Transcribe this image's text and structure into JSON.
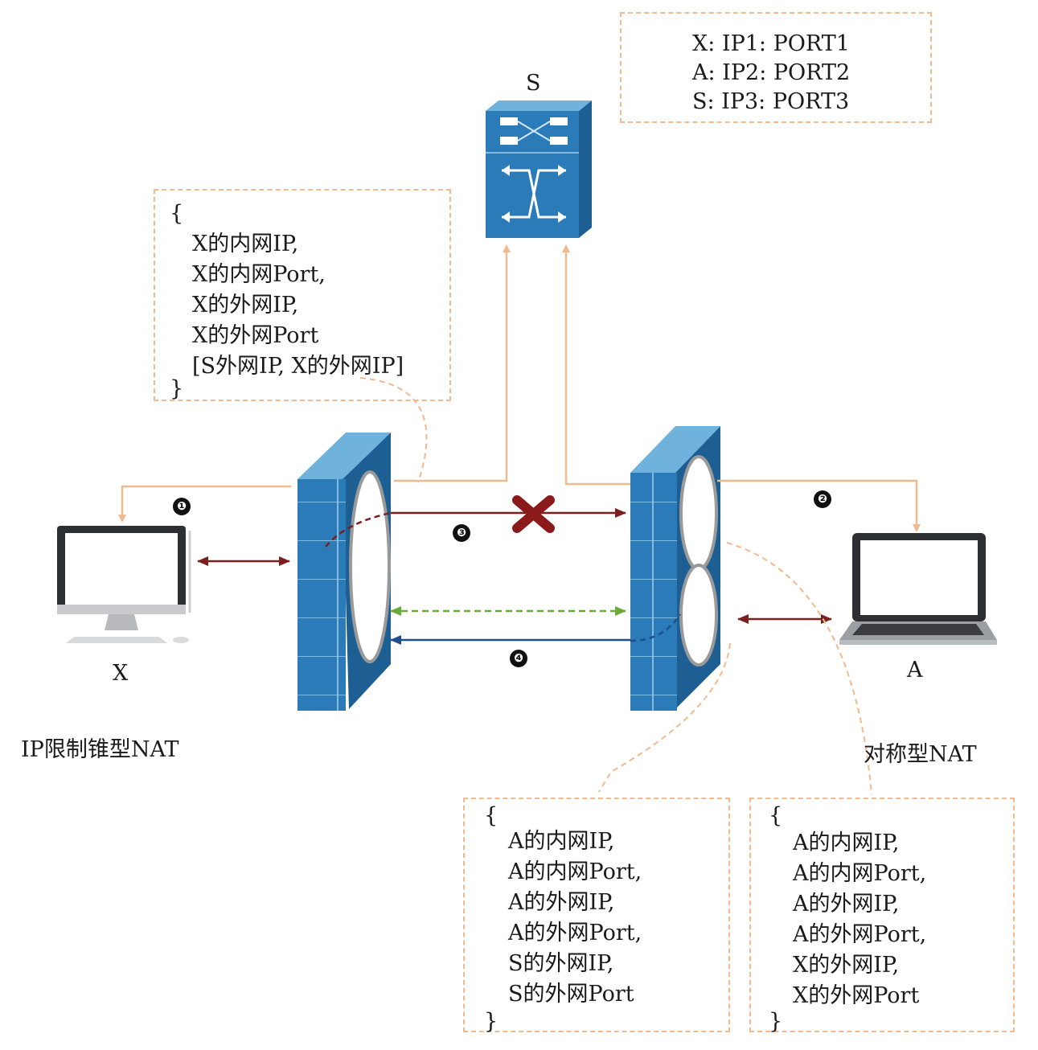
{
  "server": {
    "label": "S"
  },
  "address_box": {
    "lines": [
      "X: IP1: PORT1",
      "A: IP2: PORT2",
      "S: IP3: PORT3"
    ]
  },
  "x_info_box": {
    "open": "{",
    "lines": [
      "X的内网IP,",
      "X的内网Port,",
      "X的外网IP,",
      "X的外网Port",
      "[S外网IP, X的外网IP]"
    ],
    "close": "}"
  },
  "a_info_box_left": {
    "open": "{",
    "lines": [
      "A的内网IP,",
      "A的内网Port,",
      "A的外网IP,",
      "A的外网Port,",
      "S的外网IP,",
      "S的外网Port"
    ],
    "close": "}"
  },
  "a_info_box_right": {
    "open": "{",
    "lines": [
      "A的内网IP,",
      "A的内网Port,",
      "A的外网IP,",
      "A的外网Port,",
      "X的外网IP,",
      "X的外网Port"
    ],
    "close": "}"
  },
  "nodes": {
    "x_label": "X",
    "a_label": "A",
    "nat_left_label": "IP限制锥型NAT",
    "nat_right_label": "对称型NAT"
  },
  "steps": [
    "❶",
    "❷",
    "❸",
    "❹"
  ],
  "colors": {
    "firewall_blue": "#2b7bb9",
    "orange_line": "#f0b98f",
    "dark_red_arrow": "#7b1e1e",
    "green_dashed": "#6aaa3a",
    "navy_arrow": "#1f4e8c",
    "blocked_x": "#8b1a1a"
  }
}
